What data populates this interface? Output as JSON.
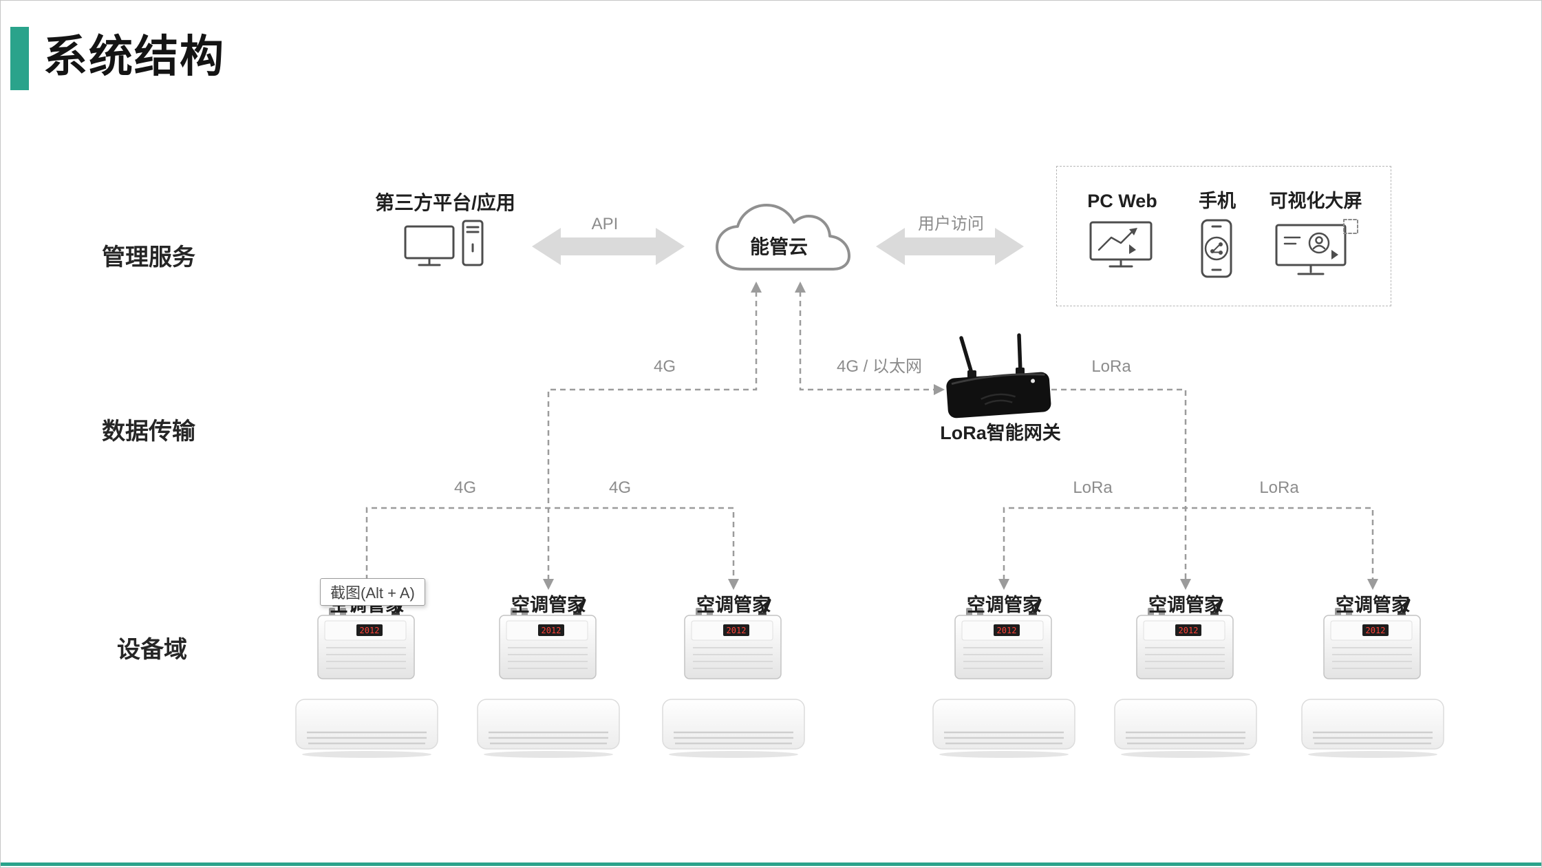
{
  "slide": {
    "title": "系统结构"
  },
  "layers": {
    "management": "管理服务",
    "transmission": "数据传输",
    "device": "设备域"
  },
  "nodes": {
    "third_party": "第三方平台/应用",
    "cloud": "能管云",
    "gateway": "LoRa智能网关",
    "clients": {
      "pc_web": "PC Web",
      "mobile": "手机",
      "big_screen": "可视化大屏"
    }
  },
  "links": {
    "api": "API",
    "user_access": "用户访问",
    "g4_cloud": "4G",
    "g4_ethernet": "4G / 以太网",
    "lora_gateway": "LoRa",
    "g4_left_1": "4G",
    "g4_left_2": "4G",
    "lora_right_1": "LoRa",
    "lora_right_2": "LoRa"
  },
  "devices": {
    "controllers": [
      "空调管家",
      "空调管家",
      "空调管家",
      "空调管家",
      "空调管家",
      "空调管家"
    ],
    "display_value": "2012"
  },
  "tooltip": {
    "text": "截图(Alt + A)"
  },
  "colors": {
    "accent": "#2aa38b",
    "line_gray": "#9b9b9b",
    "arrow_gray": "#dadada"
  }
}
